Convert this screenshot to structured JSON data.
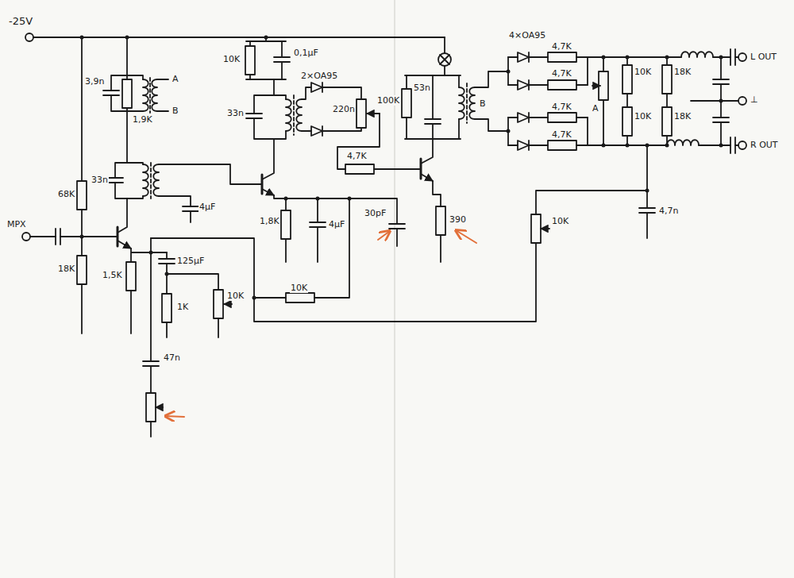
{
  "diagram": {
    "labels": [
      "-25V",
      "10K",
      "0,1μF",
      "4×OA95",
      "3,9n",
      "1,9K",
      "A",
      "B",
      "2×OA95",
      "220n",
      "53n",
      "100K",
      "B",
      "4,7K",
      "4,7K",
      "4,7K",
      "4,7K",
      "10K",
      "18K",
      "A",
      "10K",
      "18K",
      "L OUT",
      "⊥",
      "R OUT",
      "33n",
      "4,7K",
      "33n",
      "68K",
      "4μF",
      "MPX",
      "1,8K",
      "4μF",
      "30pF",
      "390",
      "4,7n",
      "10K",
      "125μF",
      "18K",
      "1,5K",
      "10K",
      "1K",
      "10K",
      "47n"
    ]
  }
}
